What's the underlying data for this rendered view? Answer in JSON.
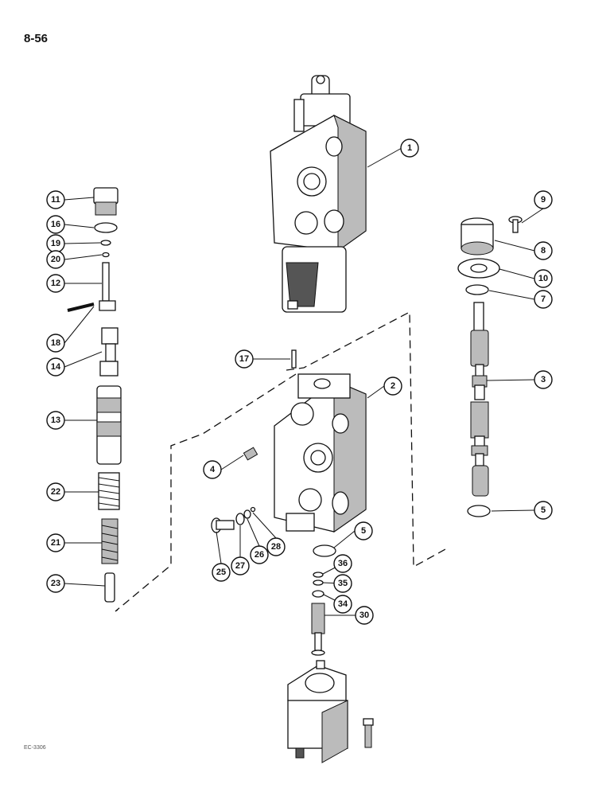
{
  "page": {
    "number": "8-56",
    "figure_ref": "EC-3306"
  },
  "callouts": [
    {
      "id": "c1",
      "label": "1"
    },
    {
      "id": "c2",
      "label": "2"
    },
    {
      "id": "c3",
      "label": "3"
    },
    {
      "id": "c4",
      "label": "4"
    },
    {
      "id": "c5a",
      "label": "5"
    },
    {
      "id": "c5b",
      "label": "5"
    },
    {
      "id": "c7",
      "label": "7"
    },
    {
      "id": "c8",
      "label": "8"
    },
    {
      "id": "c9",
      "label": "9"
    },
    {
      "id": "c10",
      "label": "10"
    },
    {
      "id": "c11",
      "label": "11"
    },
    {
      "id": "c12",
      "label": "12"
    },
    {
      "id": "c13",
      "label": "13"
    },
    {
      "id": "c14",
      "label": "14"
    },
    {
      "id": "c16",
      "label": "16"
    },
    {
      "id": "c17",
      "label": "17"
    },
    {
      "id": "c18",
      "label": "18"
    },
    {
      "id": "c19",
      "label": "19"
    },
    {
      "id": "c20",
      "label": "20"
    },
    {
      "id": "c21",
      "label": "21"
    },
    {
      "id": "c22",
      "label": "22"
    },
    {
      "id": "c23",
      "label": "23"
    },
    {
      "id": "c25",
      "label": "25"
    },
    {
      "id": "c26",
      "label": "26"
    },
    {
      "id": "c27",
      "label": "27"
    },
    {
      "id": "c28",
      "label": "28"
    },
    {
      "id": "c30",
      "label": "30"
    },
    {
      "id": "c34",
      "label": "34"
    },
    {
      "id": "c35",
      "label": "35"
    },
    {
      "id": "c36",
      "label": "36"
    }
  ]
}
